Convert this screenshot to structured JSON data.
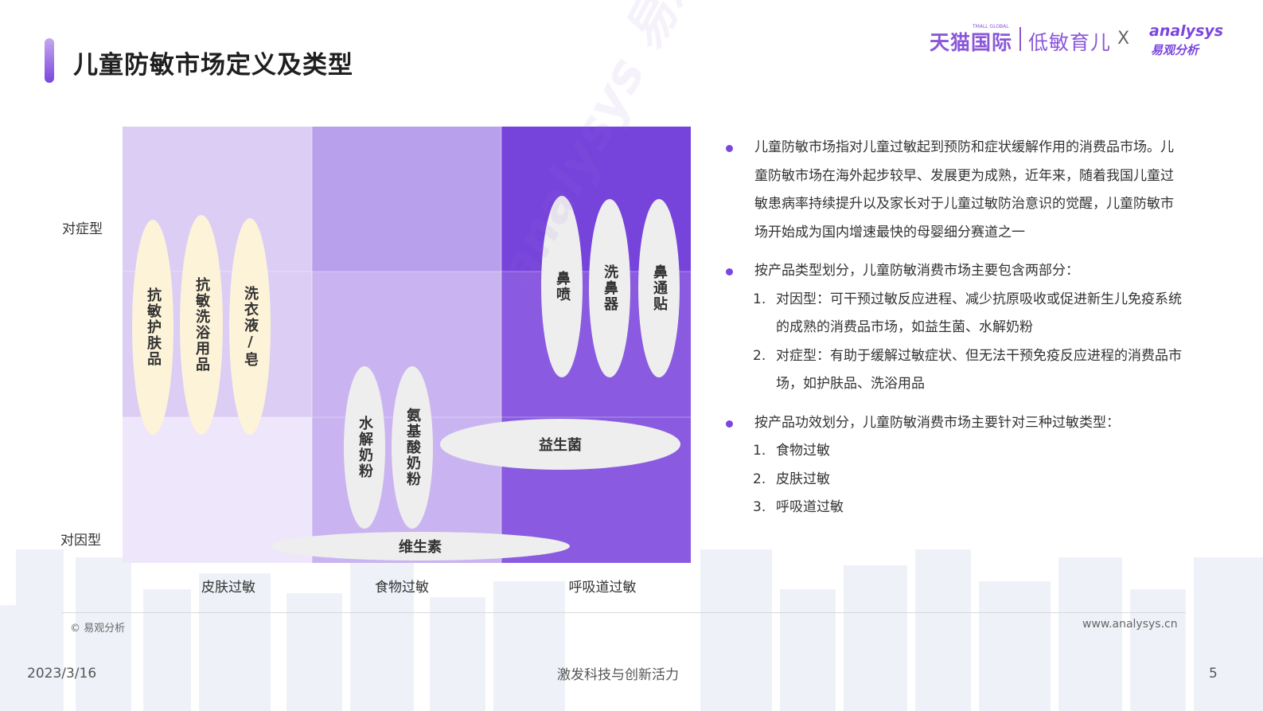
{
  "slide": {
    "title": "儿童防敏市场定义及类型",
    "page_number": "5",
    "date": "2023/3/16",
    "slogan": "激发科技与创新活力",
    "copyright": "© 易观分析",
    "website": "www.analysys.cn"
  },
  "logos": {
    "tmall": "天猫国际",
    "tmall_sub": "TMALL GLOBAL",
    "low_allergy": "低敏育儿",
    "times": "X",
    "analysys": "analysys",
    "yiguan": "易观分析"
  },
  "watermark": "analysys 易观分析",
  "diagram": {
    "y_labels": {
      "top": "对症型",
      "bottom": "对因型"
    },
    "x_labels": [
      "皮肤过敏",
      "食物过敏",
      "呼吸道过敏"
    ],
    "colors": {
      "skin": "#dccdf4",
      "skin_light": "#eee6fa",
      "food": "#b8a0ec",
      "food_light": "#c9b4f1",
      "respiratory": "#8a5be0",
      "respiratory_dark": "#7644da",
      "pill_cream": "#fdf3d9",
      "pill_grey": "#eeeeee"
    },
    "skin_items": [
      "抗敏护肤品",
      "抗敏洗浴用品",
      "洗衣液/皂"
    ],
    "respiratory_items": [
      "鼻喷",
      "洗鼻器",
      "鼻通贴"
    ],
    "food_items": [
      "水解奶粉",
      "氨基酸奶粉"
    ],
    "probiotics": "益生菌",
    "vitamins": "维生素"
  },
  "side_text": {
    "p1": "儿童防敏市场指对儿童过敏起到预防和症状缓解作用的消费品市场。儿童防敏市场在海外起步较早、发展更为成熟，近年来，随着我国儿童过敏患病率持续提升以及家长对于儿童过敏防治意识的觉醒，儿童防敏市场开始成为国内增速最快的母婴细分赛道之一",
    "p2_head": "按产品类型划分，儿童防敏消费市场主要包含两部分：",
    "p2_items": [
      {
        "num": "1.",
        "text": "对因型：可干预过敏反应进程、减少抗原吸收或促进新生儿免疫系统的成熟的消费品市场，如益生菌、水解奶粉"
      },
      {
        "num": "2.",
        "text": "对症型：有助于缓解过敏症状、但无法干预免疫反应进程的消费品市场，如护肤品、洗浴用品"
      }
    ],
    "p3_head": "按产品功效划分，儿童防敏消费市场主要针对三种过敏类型：",
    "p3_items": [
      {
        "num": "1.",
        "text": "食物过敏"
      },
      {
        "num": "2.",
        "text": "皮肤过敏"
      },
      {
        "num": "3.",
        "text": "呼吸道过敏"
      }
    ]
  }
}
